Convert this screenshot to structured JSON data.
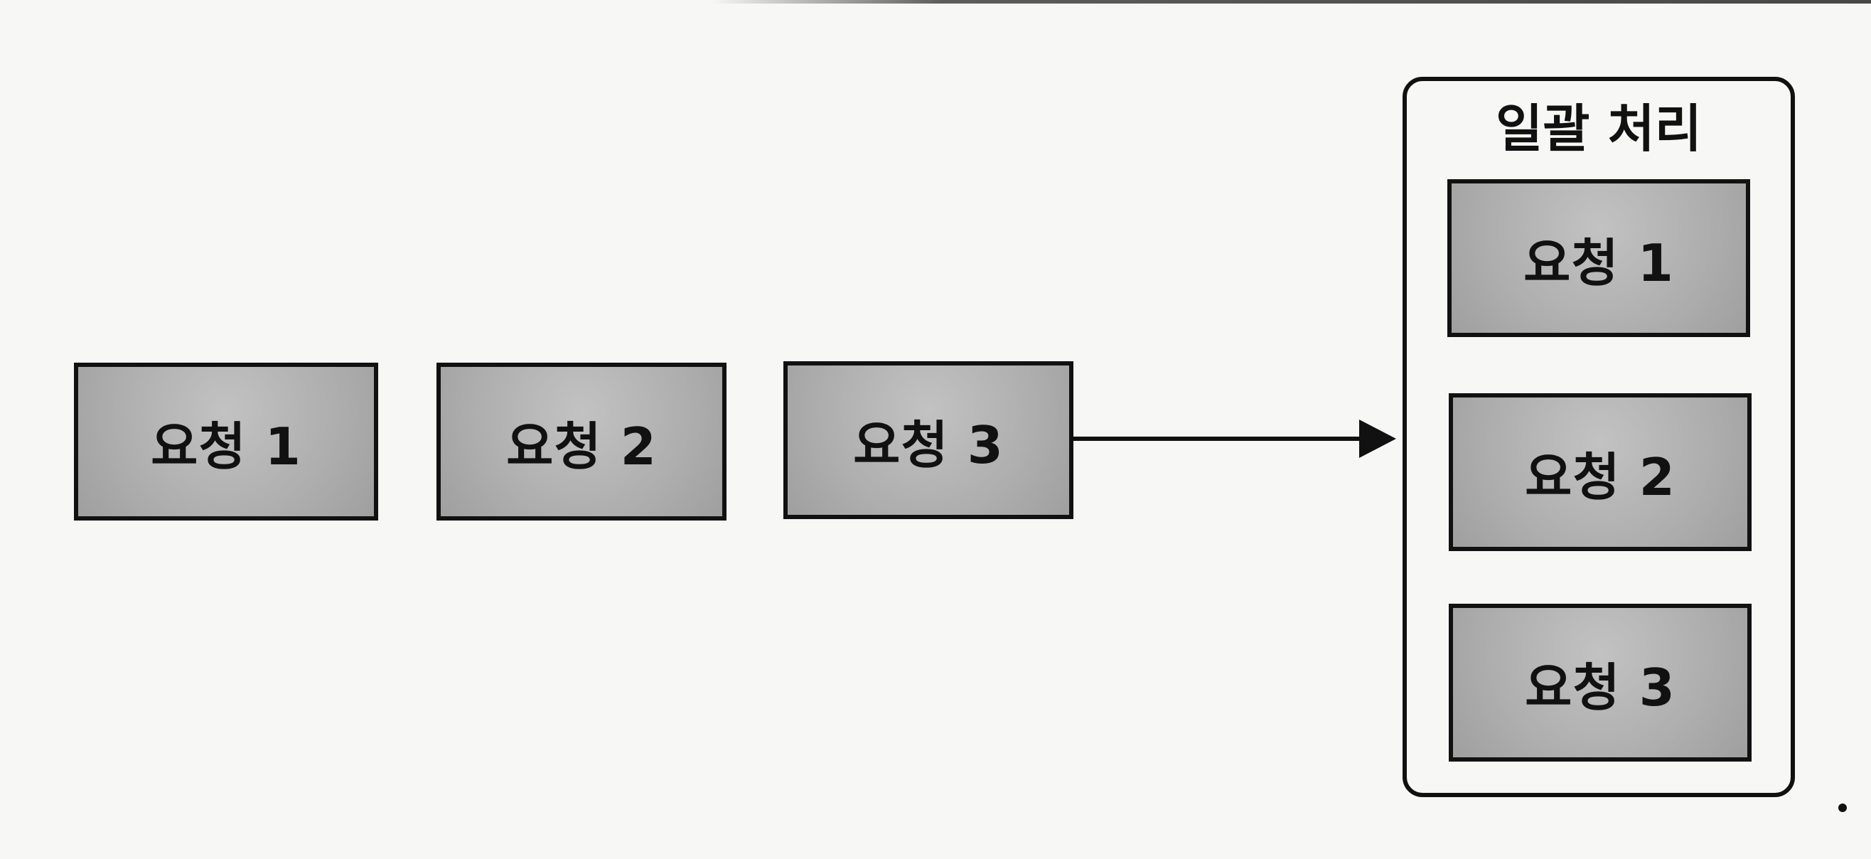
{
  "queue": {
    "items": [
      {
        "label": "요청 1"
      },
      {
        "label": "요청 2"
      },
      {
        "label": "요청 3"
      }
    ]
  },
  "batch": {
    "title": "일괄 처리",
    "items": [
      {
        "label": "요청 1"
      },
      {
        "label": "요청 2"
      },
      {
        "label": "요청 3"
      }
    ]
  },
  "colors": {
    "stroke": "#111111",
    "box_fill": "#aeaeae",
    "background": "#f7f7f6"
  }
}
